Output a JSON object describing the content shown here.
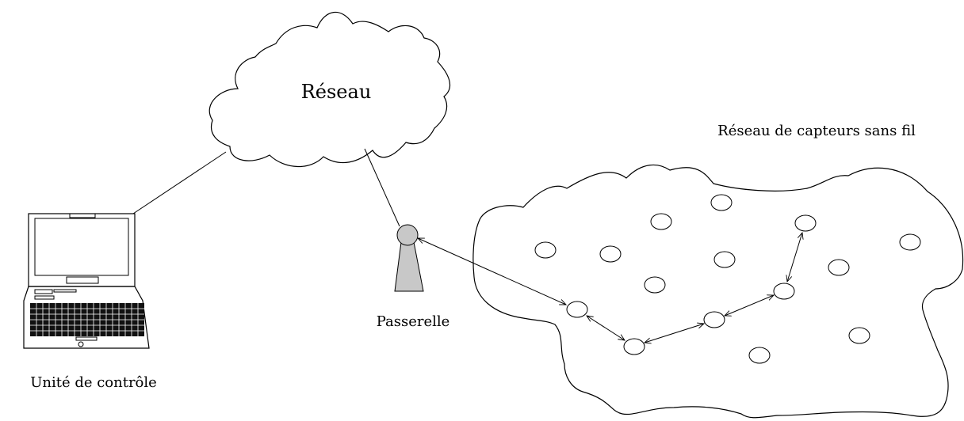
{
  "labels": {
    "network": "Réseau",
    "wsn": "Réseau de capteurs sans fil",
    "gateway": "Passerelle",
    "control_unit": "Unité de contrôle"
  },
  "colors": {
    "stroke": "#000000",
    "gateway_fill": "#c8c8c8",
    "background": "#ffffff"
  },
  "icons": {
    "cloud": "network-cloud-icon",
    "laptop": "laptop-icon",
    "gateway": "gateway-antenna-icon",
    "sensor": "sensor-node-icon"
  }
}
